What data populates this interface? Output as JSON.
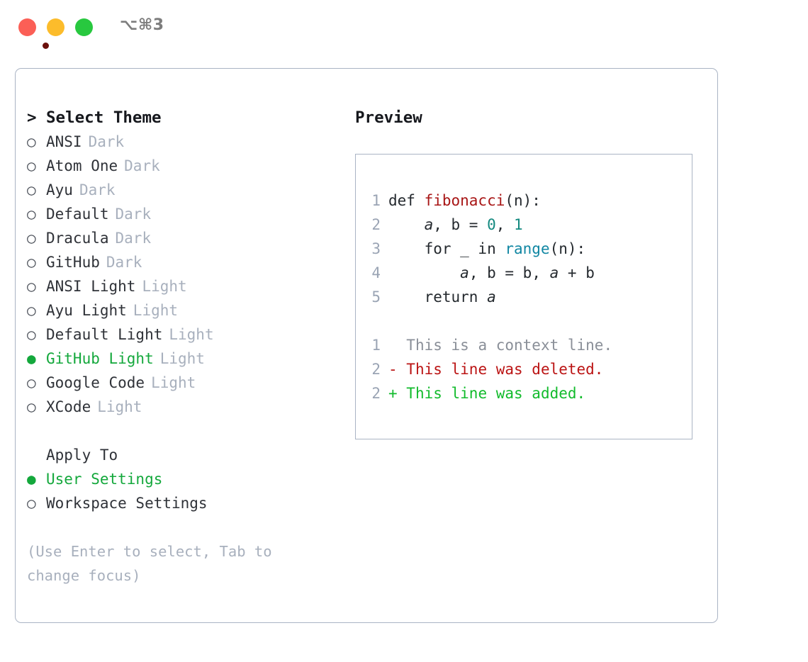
{
  "window": {
    "title": "⌥⌘3",
    "traffic_lights": [
      {
        "name": "close",
        "color": "#fb5f56"
      },
      {
        "name": "minimize",
        "color": "#fcbc2b"
      },
      {
        "name": "maximize",
        "color": "#28c83f"
      }
    ]
  },
  "theme_picker": {
    "prompt": ">",
    "heading": "Select Theme",
    "bullet_empty": "○",
    "bullet_filled": "●",
    "options": [
      {
        "name": "ANSI",
        "tag": "Dark",
        "selected": false
      },
      {
        "name": "Atom One",
        "tag": "Dark",
        "selected": false
      },
      {
        "name": "Ayu",
        "tag": "Dark",
        "selected": false
      },
      {
        "name": "Default",
        "tag": "Dark",
        "selected": false
      },
      {
        "name": "Dracula",
        "tag": "Dark",
        "selected": false
      },
      {
        "name": "GitHub",
        "tag": "Dark",
        "selected": false
      },
      {
        "name": "ANSI Light",
        "tag": "Light",
        "selected": false
      },
      {
        "name": "Ayu Light",
        "tag": "Light",
        "selected": false
      },
      {
        "name": "Default Light",
        "tag": "Light",
        "selected": false
      },
      {
        "name": "GitHub Light",
        "tag": "Light",
        "selected": true
      },
      {
        "name": "Google Code",
        "tag": "Light",
        "selected": false
      },
      {
        "name": "XCode",
        "tag": "Light",
        "selected": false
      }
    ]
  },
  "apply_to": {
    "heading": "Apply To",
    "options": [
      {
        "name": "User Settings",
        "selected": true
      },
      {
        "name": "Workspace Settings",
        "selected": false
      }
    ]
  },
  "hint": "(Use Enter to select, Tab to change focus)",
  "preview": {
    "label": "Preview",
    "code_lines": [
      {
        "num": "1",
        "tokens": [
          {
            "t": "def ",
            "cls": "plain"
          },
          {
            "t": "fibonacci",
            "cls": "tok-fn"
          },
          {
            "t": "(n):",
            "cls": "plain"
          }
        ]
      },
      {
        "num": "2",
        "tokens": [
          {
            "t": "    ",
            "cls": "plain"
          },
          {
            "t": "a",
            "cls": "tok-var"
          },
          {
            "t": ", b = ",
            "cls": "plain"
          },
          {
            "t": "0",
            "cls": "tok-num"
          },
          {
            "t": ", ",
            "cls": "plain"
          },
          {
            "t": "1",
            "cls": "tok-num"
          }
        ]
      },
      {
        "num": "3",
        "tokens": [
          {
            "t": "    for _ in ",
            "cls": "plain"
          },
          {
            "t": "range",
            "cls": "tok-call"
          },
          {
            "t": "(n):",
            "cls": "plain"
          }
        ]
      },
      {
        "num": "4",
        "tokens": [
          {
            "t": "        ",
            "cls": "plain"
          },
          {
            "t": "a",
            "cls": "tok-var"
          },
          {
            "t": ", b = b, ",
            "cls": "plain"
          },
          {
            "t": "a",
            "cls": "tok-var"
          },
          {
            "t": " + b",
            "cls": "plain"
          }
        ]
      },
      {
        "num": "5",
        "tokens": [
          {
            "t": "    return ",
            "cls": "plain"
          },
          {
            "t": "a",
            "cls": "tok-var"
          }
        ]
      }
    ],
    "diff_lines": [
      {
        "num": "1",
        "marker": " ",
        "text": " This is a context line.",
        "kind": "diff-ctx"
      },
      {
        "num": "2",
        "marker": "-",
        "text": " This line was deleted.",
        "kind": "diff-del"
      },
      {
        "num": "2",
        "marker": "+",
        "text": " This line was added.",
        "kind": "diff-add"
      }
    ]
  },
  "colors": {
    "accent_green": "#14a83c",
    "muted": "#a8b0bd",
    "border": "#aab4c4",
    "syntax_function": "#a81616",
    "syntax_builtin": "#1187a3",
    "syntax_number": "#13897f",
    "diff_added": "#12bb2c",
    "diff_deleted": "#bb1414"
  }
}
